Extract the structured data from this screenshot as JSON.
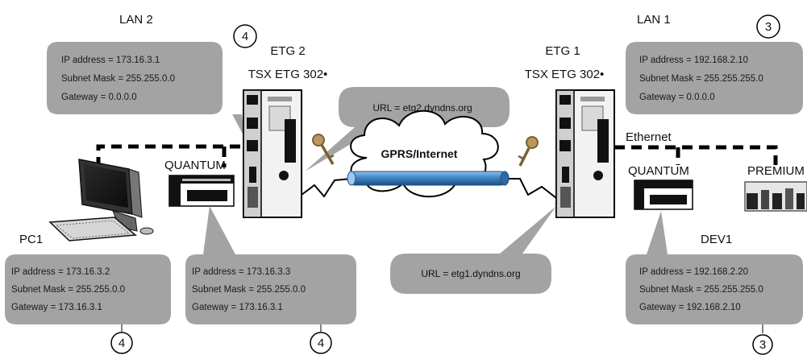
{
  "lan2": {
    "label": "LAN 2"
  },
  "lan1": {
    "label": "LAN 1"
  },
  "etg2": {
    "name": "ETG 2",
    "model": "TSX ETG 302•",
    "url": "URL = etg2.dyndns.org",
    "ip": "IP address   = 173.16.3.1",
    "mask": "Subnet Mask = 255.255.0.0",
    "gw": "Gateway     = 0.0.0.0",
    "marker": "4"
  },
  "etg1": {
    "name": "ETG 1",
    "model": "TSX ETG 302•",
    "url": "URL = etg1.dyndns.org",
    "ip": "IP address    = 192.168.2.10",
    "mask": "Subnet Mask = 255.255.255.0",
    "gw": "Gateway       = 0.0.0.0",
    "marker": "3"
  },
  "cloud": {
    "label": "GPRS/Internet"
  },
  "ethernet": {
    "label": "Ethernet"
  },
  "pc1": {
    "name": "PC1",
    "ip": "IP address    = 173.16.3.2",
    "mask": "Subnet Mask = 255.255.0.0",
    "gw": "Gateway       = 173.16.3.1",
    "marker": "4"
  },
  "quantum2": {
    "name": "QUANTUM",
    "ip": "IP address    = 173.16.3.3",
    "mask": "Subnet Mask = 255.255.0.0",
    "gw": "Gateway       = 173.16.3.1",
    "marker": "4"
  },
  "quantum1": {
    "name": "QUANTUM"
  },
  "premium": {
    "name": "PREMIUM"
  },
  "dev1": {
    "name": "DEV1",
    "ip": "IP address    = 192.168.2.20",
    "mask": "Subnet Mask = 255.255.255.0",
    "gw": "Gateway       = 192.168.2.10",
    "marker": "3"
  },
  "colors": {
    "callout": "#a3a3a3",
    "cable": "#3f86c4"
  }
}
